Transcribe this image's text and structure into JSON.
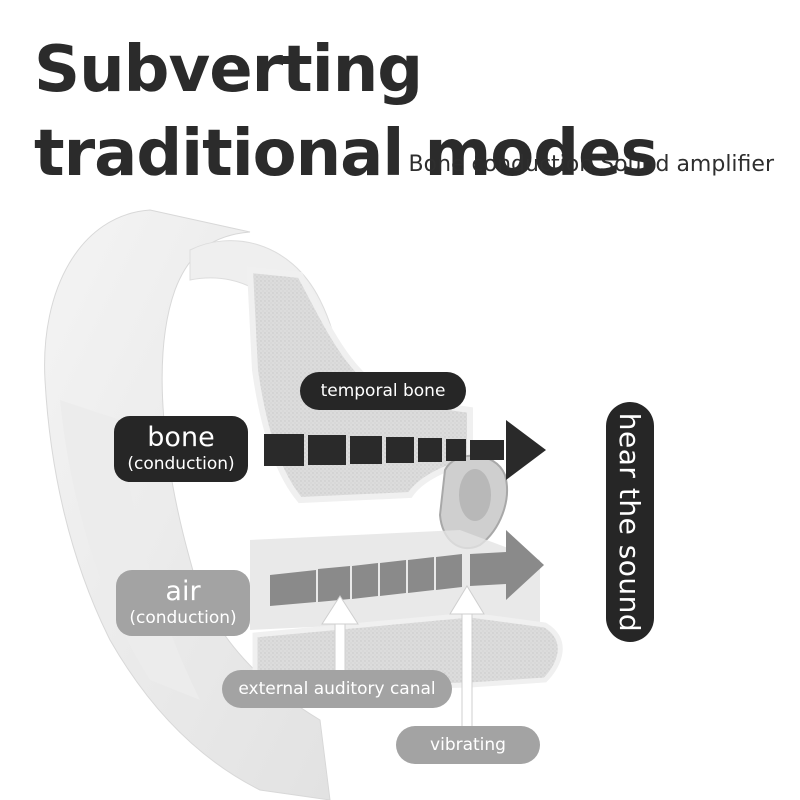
{
  "title": "Subverting traditional modes",
  "subtitle": "Bone conduction Sound amplifier",
  "labels": {
    "bone": "bone",
    "bone_sub": "(conduction)",
    "air": "air",
    "air_sub": "(conduction)",
    "temporal_bone": "temporal bone",
    "external_canal": "external auditory canal",
    "vibrating": "vibrating",
    "hear": "hear the sound"
  },
  "colors": {
    "dark_label": "#262626",
    "grey_label": "#a3a3a3",
    "bone_arrow": "#2a2a2a",
    "air_arrow": "#8a8a8a",
    "ear_shading": "#e9e9e9"
  }
}
